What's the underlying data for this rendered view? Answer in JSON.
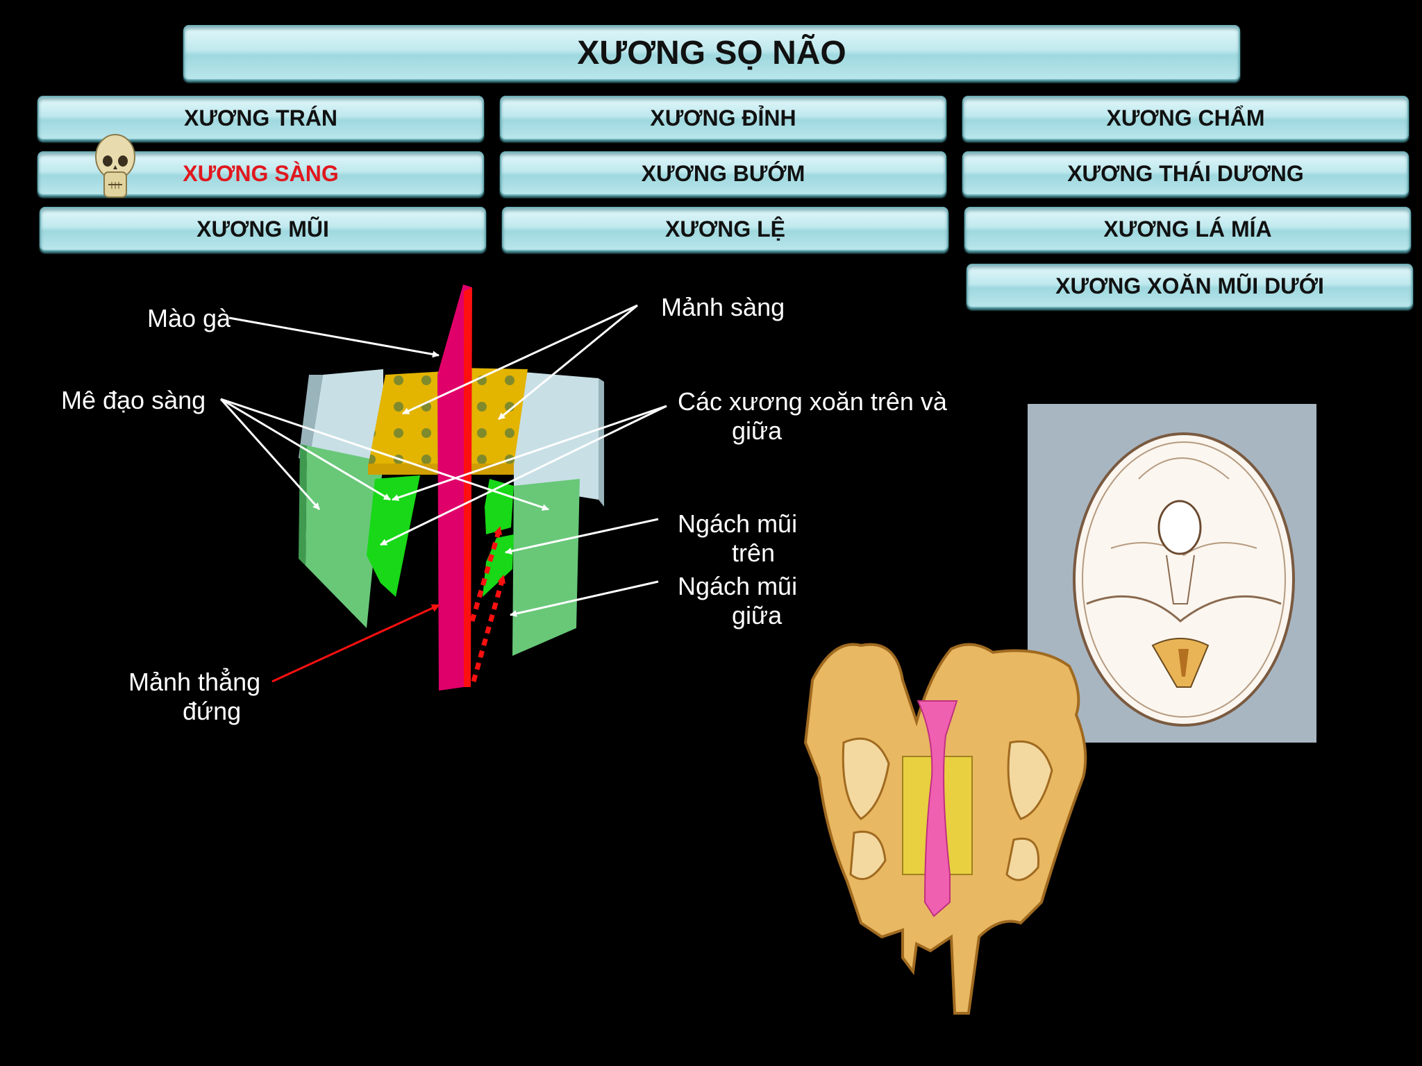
{
  "title": "XƯƠNG SỌ NÃO",
  "menu": {
    "frontal": "XƯƠNG TRÁN",
    "parietal": "XƯƠNG ĐỈNH",
    "occipital": "XƯƠNG CHẨM",
    "ethmoid": "XƯƠNG SÀNG",
    "sphenoid": "XƯƠNG BƯỚM",
    "temporal": "XƯƠNG THÁI DƯƠNG",
    "nasal": "XƯƠNG MŨI",
    "lacrimal": "XƯƠNG LỆ",
    "vomer": "XƯƠNG LÁ MÍA",
    "inferior_concha": "XƯƠNG XOĂN MŨI DƯỚI"
  },
  "labels": {
    "crista_galli": "Mào gà",
    "cribriform_plate": "Mảnh sàng",
    "ethmoid_labyrinth": "Mê đạo sàng",
    "conchae_line1": "Các xương xoăn trên và",
    "conchae_line2": "giữa",
    "superior_meatus_line1": "Ngách mũi",
    "superior_meatus_line2": "trên",
    "middle_meatus_line1": "Ngách mũi",
    "middle_meatus_line2": "giữa",
    "perpendicular_plate_line1": "Mảnh thẳng",
    "perpendicular_plate_line2": "đứng"
  },
  "colors": {
    "active_menu_text": "#e0181e",
    "perpendicular_plate": "#e0006a",
    "cribriform": "#e3b400",
    "labyrinth": "#68c878",
    "conchae": "#18d818",
    "skull_panel": "#a8b6c2"
  }
}
